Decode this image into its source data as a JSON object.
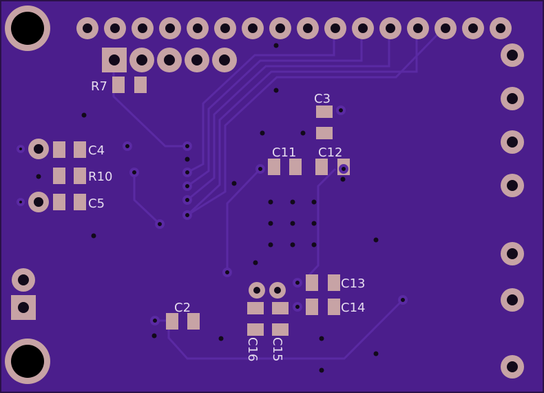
{
  "board": {
    "colors": {
      "soldermask": "#4b1e8c",
      "trace": "#5a2aa3",
      "pad_copper": "#c7a3a5",
      "drill": "#120a1a",
      "silkscreen": "#e6dcef"
    }
  },
  "labels": {
    "r7": "R7",
    "c3": "C3",
    "c4": "C4",
    "r10": "R10",
    "c5": "C5",
    "c11": "C11",
    "c12": "C12",
    "c13": "C13",
    "c14": "C14",
    "c2": "C2",
    "c16": "C16",
    "c15": "C15"
  }
}
